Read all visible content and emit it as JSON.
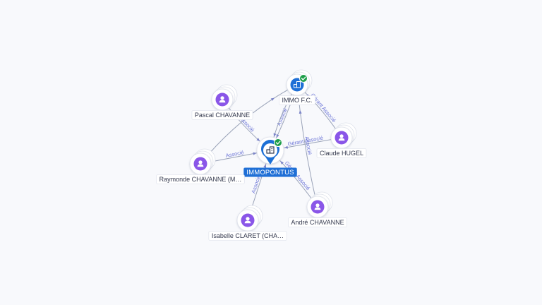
{
  "colors": {
    "person": "#8a56e8",
    "company": "#1f6fd6",
    "verified": "#1e9e4a",
    "edge": "#9aa3b8",
    "edge_label": "#6b74d6"
  },
  "icons": {
    "person": "person-icon",
    "company": "building-icon",
    "verified": "check-badge-icon"
  },
  "nodes": [
    {
      "id": "immopontus",
      "label": "IMMOPONTUS",
      "type": "company",
      "main": true,
      "verified": true
    },
    {
      "id": "immo_fc",
      "label": "IMMO F.C.",
      "type": "company",
      "main": false,
      "verified": true
    },
    {
      "id": "pascal",
      "label": "Pascal CHAVANNE",
      "type": "person"
    },
    {
      "id": "raymonde",
      "label": "Raymonde CHAVANNE (M…",
      "type": "person"
    },
    {
      "id": "isabelle",
      "label": "Isabelle CLARET (CHA…",
      "type": "person"
    },
    {
      "id": "andre",
      "label": "André CHAVANNE",
      "type": "person"
    },
    {
      "id": "claude",
      "label": "Claude HUGEL",
      "type": "person"
    }
  ],
  "edges": [
    {
      "from": "raymonde",
      "to": "immopontus",
      "label": "Associé"
    },
    {
      "from": "raymonde",
      "to": "immo_fc",
      "label": ""
    },
    {
      "from": "pascal",
      "to": "immopontus",
      "label": "Associé"
    },
    {
      "from": "immo_fc",
      "to": "immopontus",
      "label": "Associé"
    },
    {
      "from": "isabelle",
      "to": "immopontus",
      "label": "Associé"
    },
    {
      "from": "andre",
      "to": "immopontus",
      "label": "Gérant Associé"
    },
    {
      "from": "claude",
      "to": "immopontus",
      "label": "Gérant Associé"
    },
    {
      "from": "claude",
      "to": "immo_fc",
      "label": "Gérant Associé"
    },
    {
      "from": "andre",
      "to": "immo_fc",
      "label": "Associé"
    },
    {
      "from": "immo_fc",
      "to": "immopontus",
      "label": ""
    }
  ]
}
